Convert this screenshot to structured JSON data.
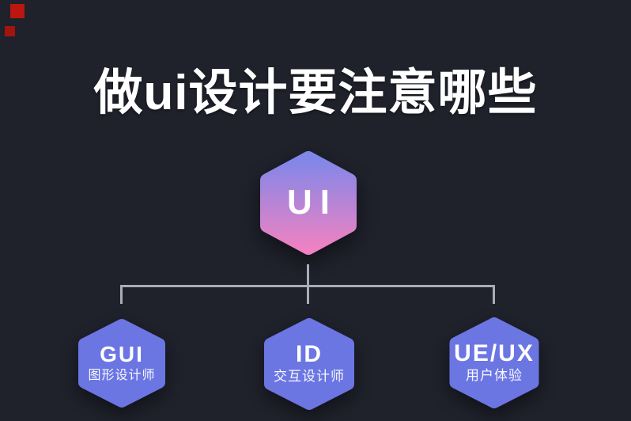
{
  "page": {
    "title": "做ui设计要注意哪些"
  },
  "diagram": {
    "root": {
      "label": "UI"
    },
    "nodes": [
      {
        "id": "gui",
        "label": "GUI",
        "subtitle": "图形设计师"
      },
      {
        "id": "id",
        "label": "ID",
        "subtitle": "交互设计师"
      },
      {
        "id": "ueux",
        "label": "UE/UX",
        "subtitle": "用户体验"
      }
    ]
  },
  "colors": {
    "background": "#1f212b",
    "title_text": "#ffffff",
    "root_gradient_top": "#8087e9",
    "root_gradient_bottom": "#ee82c2",
    "node_fill": "#6b76e3",
    "node_text": "#ffffff",
    "root_text": "#ffffff",
    "connector": "#a8adb8",
    "corner_mark_1": "#bb1710",
    "corner_mark_2": "#a31410"
  }
}
